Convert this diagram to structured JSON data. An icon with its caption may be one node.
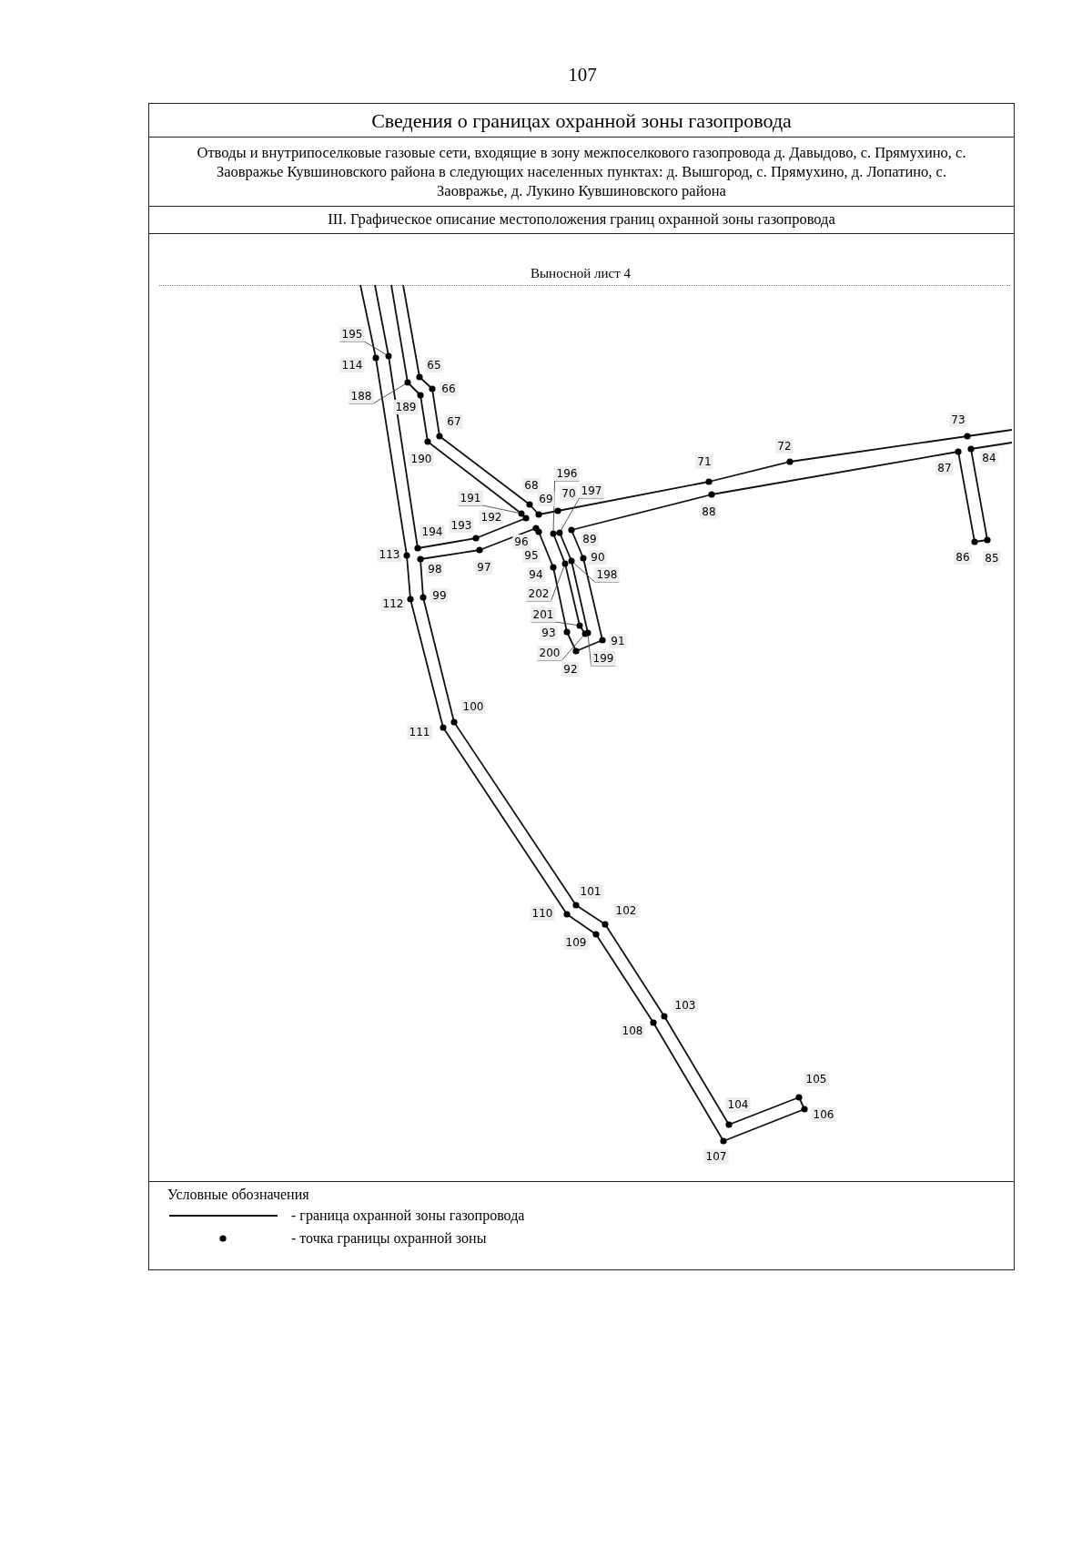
{
  "diagram": {
    "title": "Сведения о границах охранной зоны газопровода",
    "nodes": [
      {
        "text": [
          "195"
        ]
      },
      {
        "text": [],
        "shape": "circle"
      },
      {
        "text": [
          "188"
        ]
      },
      {
        "text": [],
        "shape": "circle"
      },
      {
        "text": [
          "196"
        ]
      },
      {
        "text": [],
        "shape": "circle"
      },
      {
        "text": [
          "197"
        ]
      },
      {
        "text": [],
        "shape": "circle"
      },
      {
        "text": [
          "191"
        ]
      },
      {
        "text": [],
        "shape": "circle"
      },
      {
        "text": [
          "198"
        ]
      },
      {
        "text": [],
        "shape": "circle"
      },
      {
        "text": [
          "202"
        ]
      },
      {
        "text": [],
        "shape": "circle"
      },
      {
        "text": [
          "201"
        ]
      },
      {
        "text": [],
        "shape": "circle"
      },
      {
        "text": [
          "200"
        ]
      },
      {
        "text": [],
        "shape": "circle"
      },
      {
        "text": [
          "199"
        ]
      },
      {
        "text": [],
        "shape": "circle"
      }
    ],
    "edges": [
      {
        "from": 0,
        "to": 1,
        "arrow": "none"
      },
      {
        "from": 2,
        "to": 3,
        "arrow": "none"
      },
      {
        "from": 4,
        "to": 5,
        "arrow": "none"
      },
      {
        "from": 6,
        "to": 7,
        "arrow": "none"
      },
      {
        "from": 8,
        "to": 9,
        "arrow": "none"
      },
      {
        "from": 10,
        "to": 11,
        "arrow": "none"
      },
      {
        "from": 12,
        "to": 13,
        "arrow": "none"
      },
      {
        "from": 14,
        "to": 15,
        "arrow": "none"
      },
      {
        "from": 16,
        "to": 17,
        "arrow": "none"
      },
      {
        "from": 18,
        "to": 19,
        "arrow": "none"
      }
    ],
    "labels": [
      "107",
      "Отводы и внутрипоселковые газовые сети, входящие в зону межпоселкового газопровода д. Давыдово, с. Прямухино, с. Заовражье Кувшиновского района в следующих населенных пунктах: д. Вышгород, с. Прямухино, д. Лопатино, с. Заовражье, д. Лукино Кувшиновского района",
      "III. Графическое описание местоположения границ охранной зоны газопровода",
      "Выносной лист 4",
      "114",
      "65",
      "66",
      "189",
      "67",
      "73",
      "72",
      "190",
      "71",
      "87",
      "84",
      "68",
      "70",
      "69",
      "88",
      "192",
      "193",
      "194",
      "89",
      "96",
      "113",
      "95",
      "86",
      "85",
      "90",
      "97",
      "98",
      "94",
      "99",
      "112",
      "93",
      "91",
      "92",
      "100",
      "111",
      "101",
      "102",
      "110",
      "109",
      "103",
      "108",
      "105",
      "104",
      "106",
      "107",
      "Условные обозначения"
    ],
    "legend": [
      {
        "text": "- граница охранной зоны газопровода"
      },
      {
        "text": "- точка границы охранной зоны"
      }
    ]
  }
}
